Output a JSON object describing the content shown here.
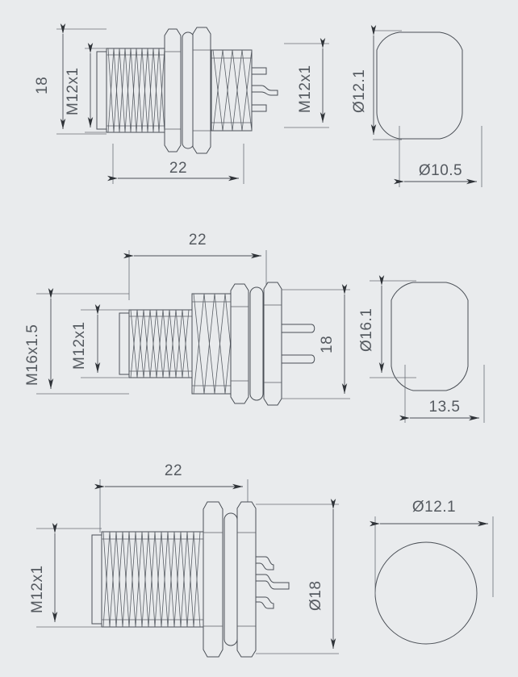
{
  "document": {
    "type": "engineering-drawing",
    "title": "M12 Connector Panel Mount Dimensional Drawing",
    "background_color": "#e9ebed",
    "line_color": "#4a4f56",
    "text_color": "#555a60",
    "units": "mm"
  },
  "views": {
    "top_side": {
      "name": "top-side-view",
      "dimensions": {
        "height_left": "18",
        "thread_left": "M12x1",
        "thread_right": "M12x1",
        "length": "22"
      }
    },
    "top_front": {
      "name": "top-front-view",
      "shape": "double-flat-circle",
      "dimensions": {
        "vertical": "Ø12.1",
        "horizontal": "Ø10.5"
      }
    },
    "middle_side": {
      "name": "middle-side-view",
      "dimensions": {
        "length": "22",
        "thread_outer": "M16x1.5",
        "thread_inner": "M12x1",
        "height_right": "18"
      }
    },
    "middle_front": {
      "name": "middle-front-view",
      "shape": "double-flat-circle",
      "dimensions": {
        "vertical": "Ø16.1",
        "horizontal": "13.5"
      }
    },
    "bottom_side": {
      "name": "bottom-side-view",
      "dimensions": {
        "length": "22",
        "thread": "M12x1",
        "diameter_right": "Ø18"
      }
    },
    "bottom_front": {
      "name": "bottom-front-view",
      "shape": "circle",
      "dimensions": {
        "horizontal": "Ø12.1"
      }
    }
  },
  "labels": {
    "d18_top": "18",
    "m12x1_a": "M12x1",
    "m12x1_b": "M12x1",
    "len22_top": "22",
    "dia121_top": "Ø12.1",
    "dia105_top": "Ø10.5",
    "len22_mid": "22",
    "m16x15": "M16x1.5",
    "m12x1_c": "M12x1",
    "h18_mid": "18",
    "dia161": "Ø16.1",
    "w135": "13.5",
    "len22_bot": "22",
    "m12x1_d": "M12x1",
    "dia18": "Ø18",
    "dia121_bot": "Ø12.1"
  }
}
